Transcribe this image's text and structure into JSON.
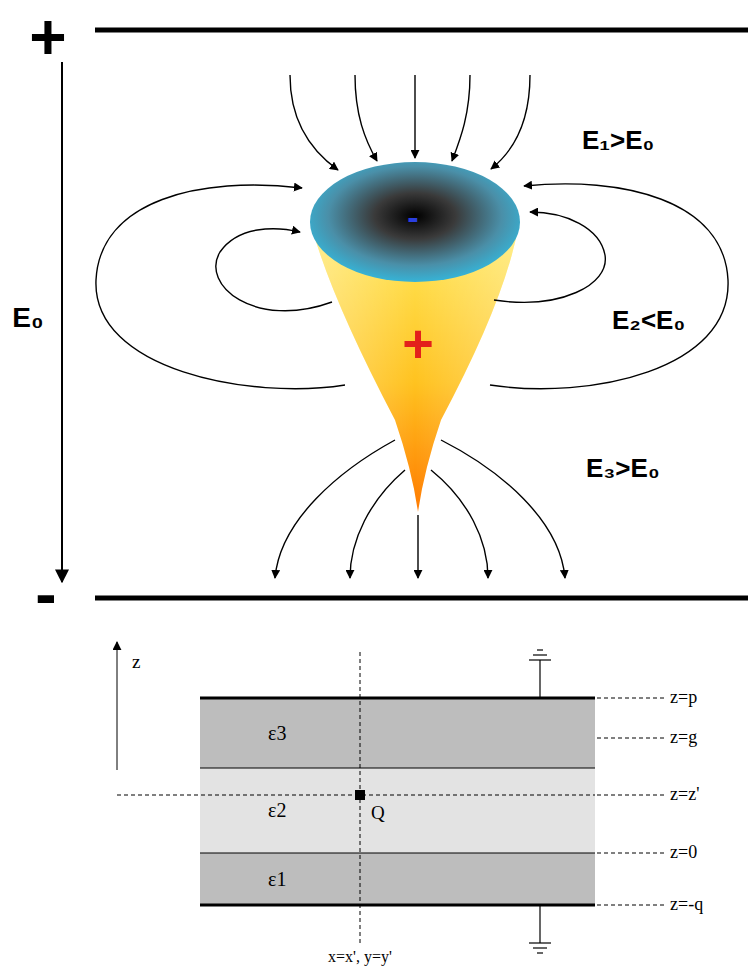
{
  "diagram": {
    "nodes": [
      {
        "text": [
          "ε3"
        ]
      },
      {
        "text": [
          "ε2"
        ]
      },
      {
        "text": [
          "ε1"
        ]
      }
    ],
    "labels": [
      "+",
      "-",
      "E₀",
      "-",
      "+",
      "E₁>E₀",
      "E₂<E₀",
      "E₃>E₀",
      "z",
      "z=p",
      "z=g",
      "z=z'",
      "z=0",
      "z=-q",
      "Q",
      "x=x', y=y'"
    ]
  }
}
